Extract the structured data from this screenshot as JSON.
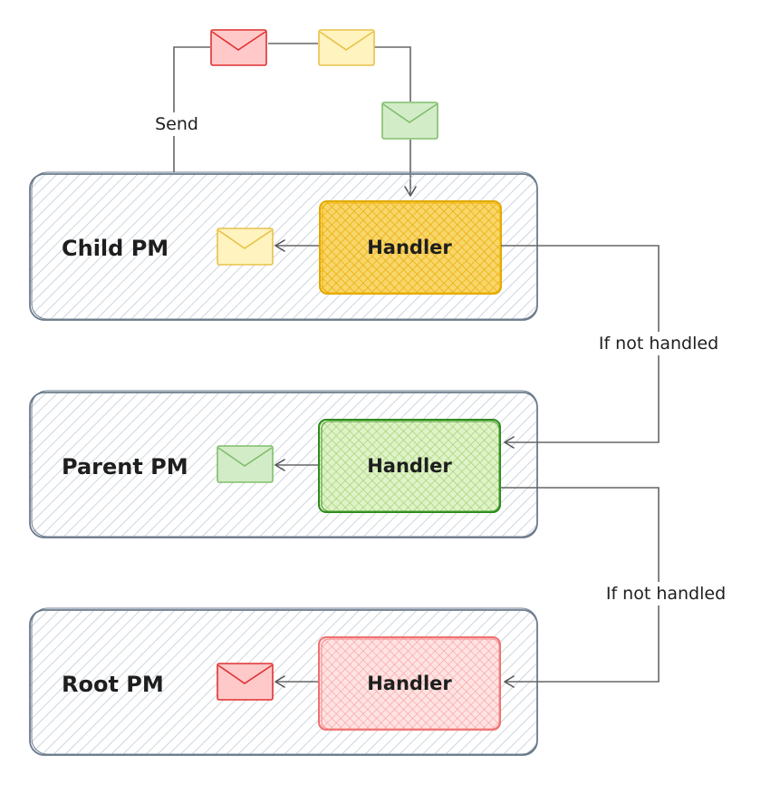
{
  "colors": {
    "pm_box_stroke": "#6b7b8c",
    "pm_box_hatch": "#b8c4cf",
    "wire": "#666666",
    "yellow": {
      "fill": "#f5c542",
      "stroke": "#e0a800",
      "env_fill": "#fff3bf",
      "env_stroke": "#e8c24a"
    },
    "green": {
      "fill": "#c5e8a0",
      "stroke": "#2f8a1e",
      "env_fill": "#d3ecc8",
      "env_stroke": "#7fbf6a"
    },
    "red": {
      "fill": "#ffc9c9",
      "stroke": "#f07070",
      "env_fill": "#ffd0d0",
      "env_stroke": "#e03131"
    }
  },
  "send_label": "Send",
  "if_not_handled_1": "If not handled",
  "if_not_handled_2": "If not handled",
  "nodes": [
    {
      "id": "child",
      "label": "Child PM",
      "handler": "Handler",
      "color": "yellow"
    },
    {
      "id": "parent",
      "label": "Parent PM",
      "handler": "Handler",
      "color": "green"
    },
    {
      "id": "root",
      "label": "Root PM",
      "handler": "Handler",
      "color": "red"
    }
  ],
  "envelope_icons": [
    "envelope-icon-red",
    "envelope-icon-yellow",
    "envelope-icon-green"
  ]
}
